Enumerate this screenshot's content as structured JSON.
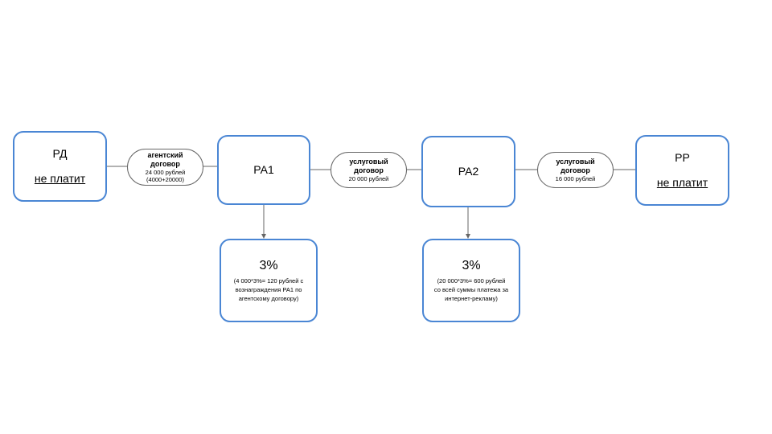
{
  "colors": {
    "box_border": "#4a86d4",
    "pill_border": "#666666",
    "connector": "#666666"
  },
  "nodes": {
    "rd": {
      "title": "РД",
      "note": "не платит"
    },
    "ra1": {
      "title": "РА1"
    },
    "ra2": {
      "title": "РА2"
    },
    "rr": {
      "title": "РР",
      "note": "не платит"
    }
  },
  "contracts": {
    "rd_ra1": {
      "title": "агентский\nдоговор",
      "amount": "24 000 рублей\n(4000+20000)"
    },
    "ra1_ra2": {
      "title": "услуговый\nдоговор",
      "amount": "20 000 рублей"
    },
    "ra2_rr": {
      "title": "услуговый\nдоговор",
      "amount": "16 000 рублей"
    }
  },
  "fees": {
    "ra1": {
      "value": "3%",
      "note": "(4 000*3%= 120 рублей с\nвознаграждения РА1 по\nагентскому договору)"
    },
    "ra2": {
      "value": "3%",
      "note": "(20 000*3%= 600 рублей\nсо всей суммы платежа за\nинтернет-рекламу)"
    }
  }
}
